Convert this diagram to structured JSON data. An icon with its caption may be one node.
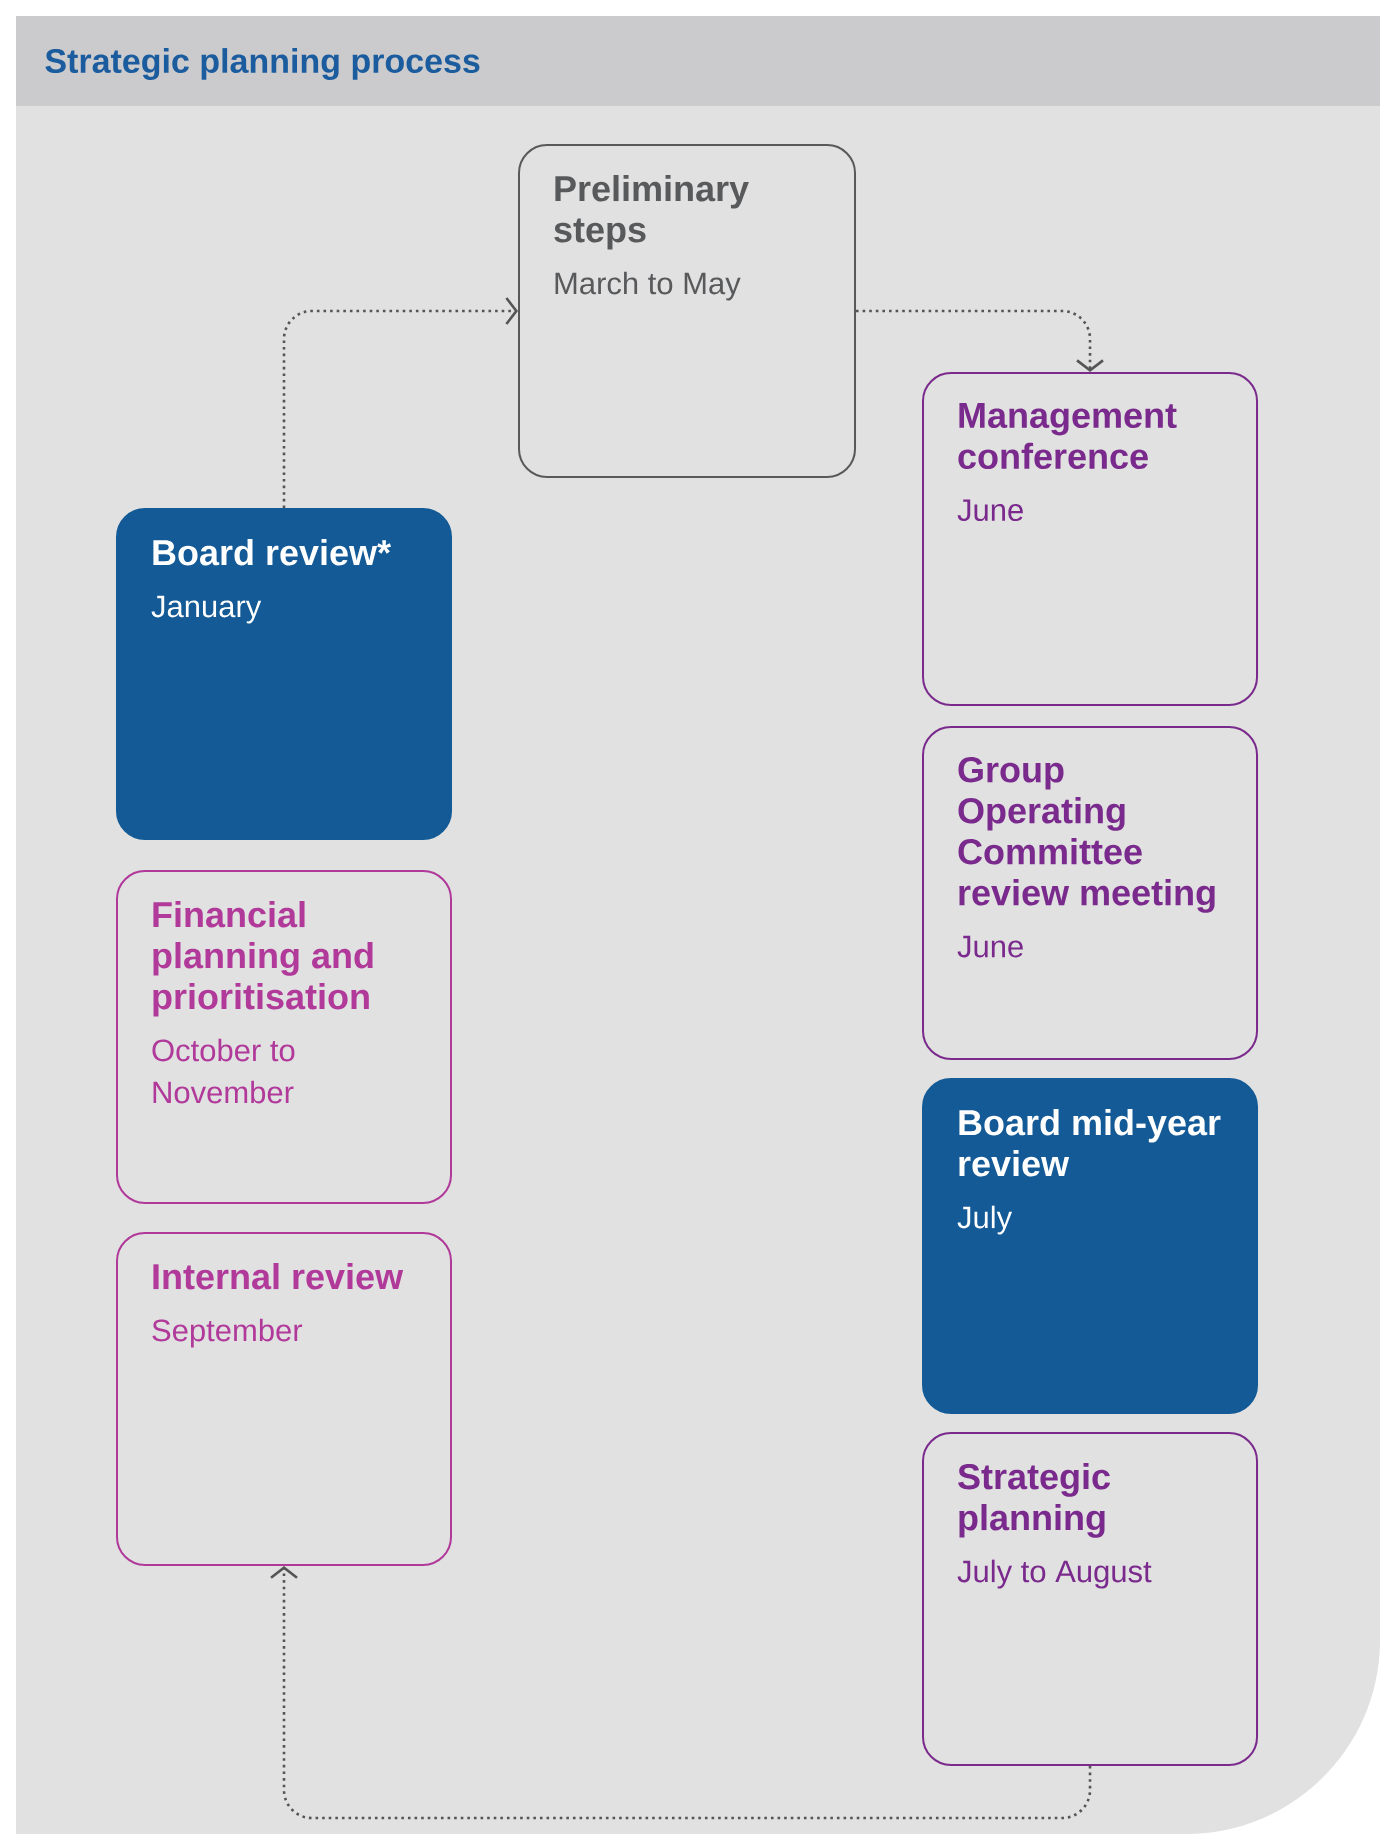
{
  "diagram": {
    "title": "Strategic planning process",
    "nodes": [
      {
        "text": [
          "Preliminary steps",
          "March to May"
        ]
      },
      {
        "text": [
          "Management conference",
          "June"
        ]
      },
      {
        "text": [
          "Group Operating Committee review meeting",
          "June"
        ]
      },
      {
        "text": [
          "Board mid-year review",
          "July"
        ]
      },
      {
        "text": [
          "Strategic planning",
          "July to August"
        ]
      },
      {
        "text": [
          "Internal review",
          "September"
        ]
      },
      {
        "text": [
          "Financial planning and prioritisation",
          "October to November"
        ]
      },
      {
        "text": [
          "Board review*",
          "January"
        ]
      }
    ],
    "edges": [
      {
        "from": 7,
        "to": 0,
        "arrow": "to"
      },
      {
        "from": 0,
        "to": 1,
        "arrow": "to"
      },
      {
        "from": 4,
        "to": 5,
        "arrow": "to"
      }
    ]
  }
}
